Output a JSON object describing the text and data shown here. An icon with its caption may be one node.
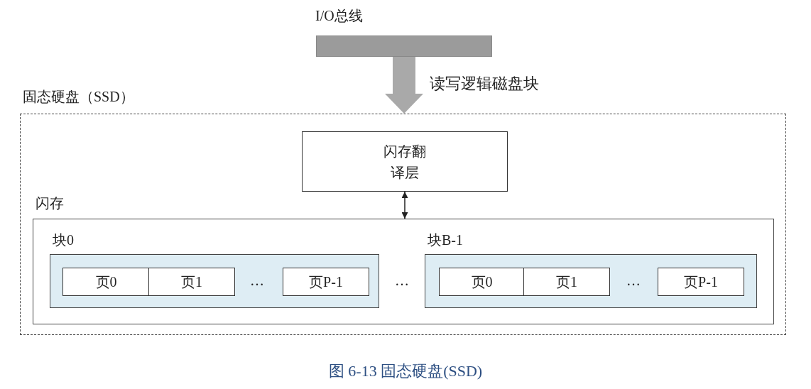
{
  "diagram": {
    "caption": "图 6-13 固态硬盘(SSD)",
    "nodes": [
      {
        "text": [
          "I/O总线"
        ]
      },
      {
        "text": [
          "固态硬盘（SSD）"
        ]
      },
      {
        "text": [
          "闪存翻译层"
        ],
        "in": 1
      },
      {
        "text": [
          "闪存"
        ],
        "in": 1
      },
      {
        "text": [
          "块0"
        ],
        "in": 3
      },
      {
        "text": [
          "页0"
        ],
        "in": 4
      },
      {
        "text": [
          "页1"
        ],
        "in": 4
      },
      {
        "text": [
          "页P-1"
        ],
        "in": 4
      },
      {
        "text": [
          "块B-1"
        ],
        "in": 3
      },
      {
        "text": [
          "页0"
        ],
        "in": 8
      },
      {
        "text": [
          "页1"
        ],
        "in": 8
      },
      {
        "text": [
          "页P-1"
        ],
        "in": 8
      }
    ],
    "edges": [
      {
        "from": 0,
        "to": 1,
        "arrow": "to",
        "label": "读写逻辑磁盘块",
        "style": "thick",
        "color": "#a9a9a9"
      },
      {
        "from": 2,
        "to": 3,
        "arrow": "both",
        "color": "#222222"
      }
    ],
    "labels": [
      "…",
      "…",
      "…"
    ]
  }
}
